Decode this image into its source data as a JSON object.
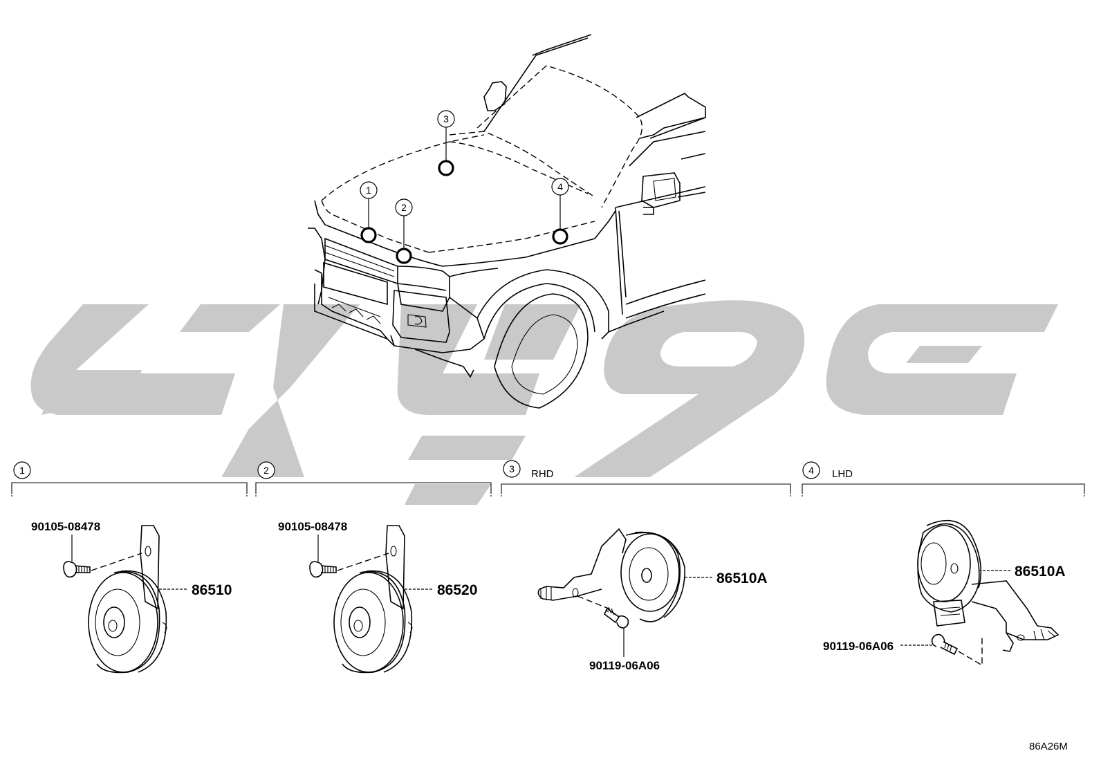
{
  "diagram_code": "86A26M",
  "locations": [
    {
      "num": "1"
    },
    {
      "num": "2"
    },
    {
      "num": "3"
    },
    {
      "num": "4"
    }
  ],
  "sections": [
    {
      "num": "1",
      "tag": "",
      "parts": [
        "90105-08478",
        "86510"
      ]
    },
    {
      "num": "2",
      "tag": "",
      "parts": [
        "90105-08478",
        "86520"
      ]
    },
    {
      "num": "3",
      "tag": "RHD",
      "parts": [
        "86510A",
        "90119-06A06"
      ]
    },
    {
      "num": "4",
      "tag": "LHD",
      "parts": [
        "86510A",
        "90119-06A06"
      ]
    }
  ]
}
